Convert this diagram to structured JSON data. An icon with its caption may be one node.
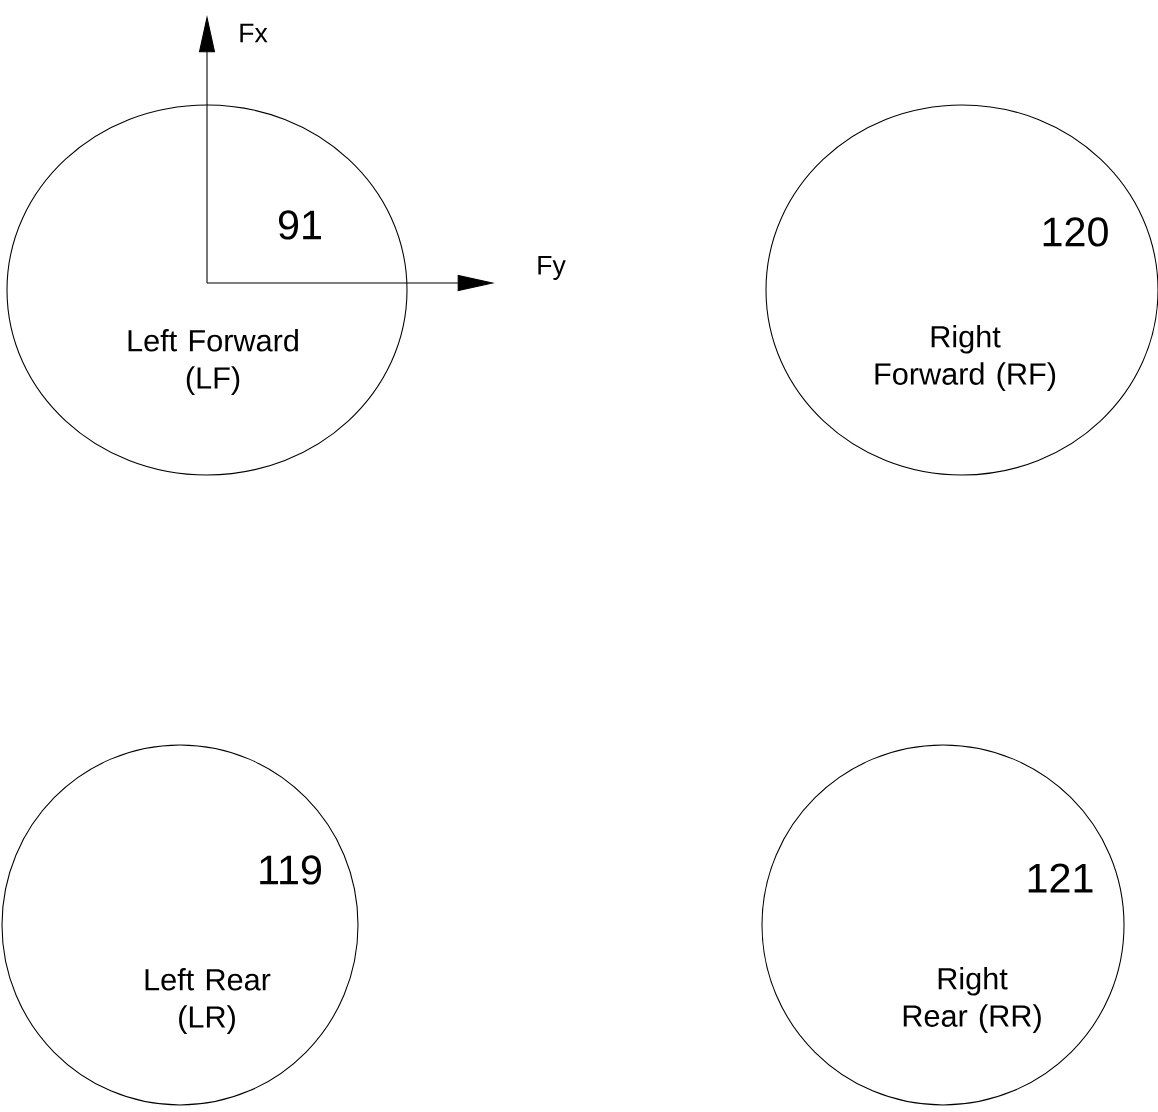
{
  "diagram": {
    "nodes": [
      {
        "text": [
          "91",
          "Left Forward (LF)"
        ]
      },
      {
        "text": [
          "120",
          "Right Forward (RF)"
        ]
      },
      {
        "text": [
          "119",
          "Left Rear (LR)"
        ]
      },
      {
        "text": [
          "121",
          "Right Rear (RR)"
        ]
      }
    ],
    "labels": [
      "Fx",
      "Fy"
    ]
  }
}
